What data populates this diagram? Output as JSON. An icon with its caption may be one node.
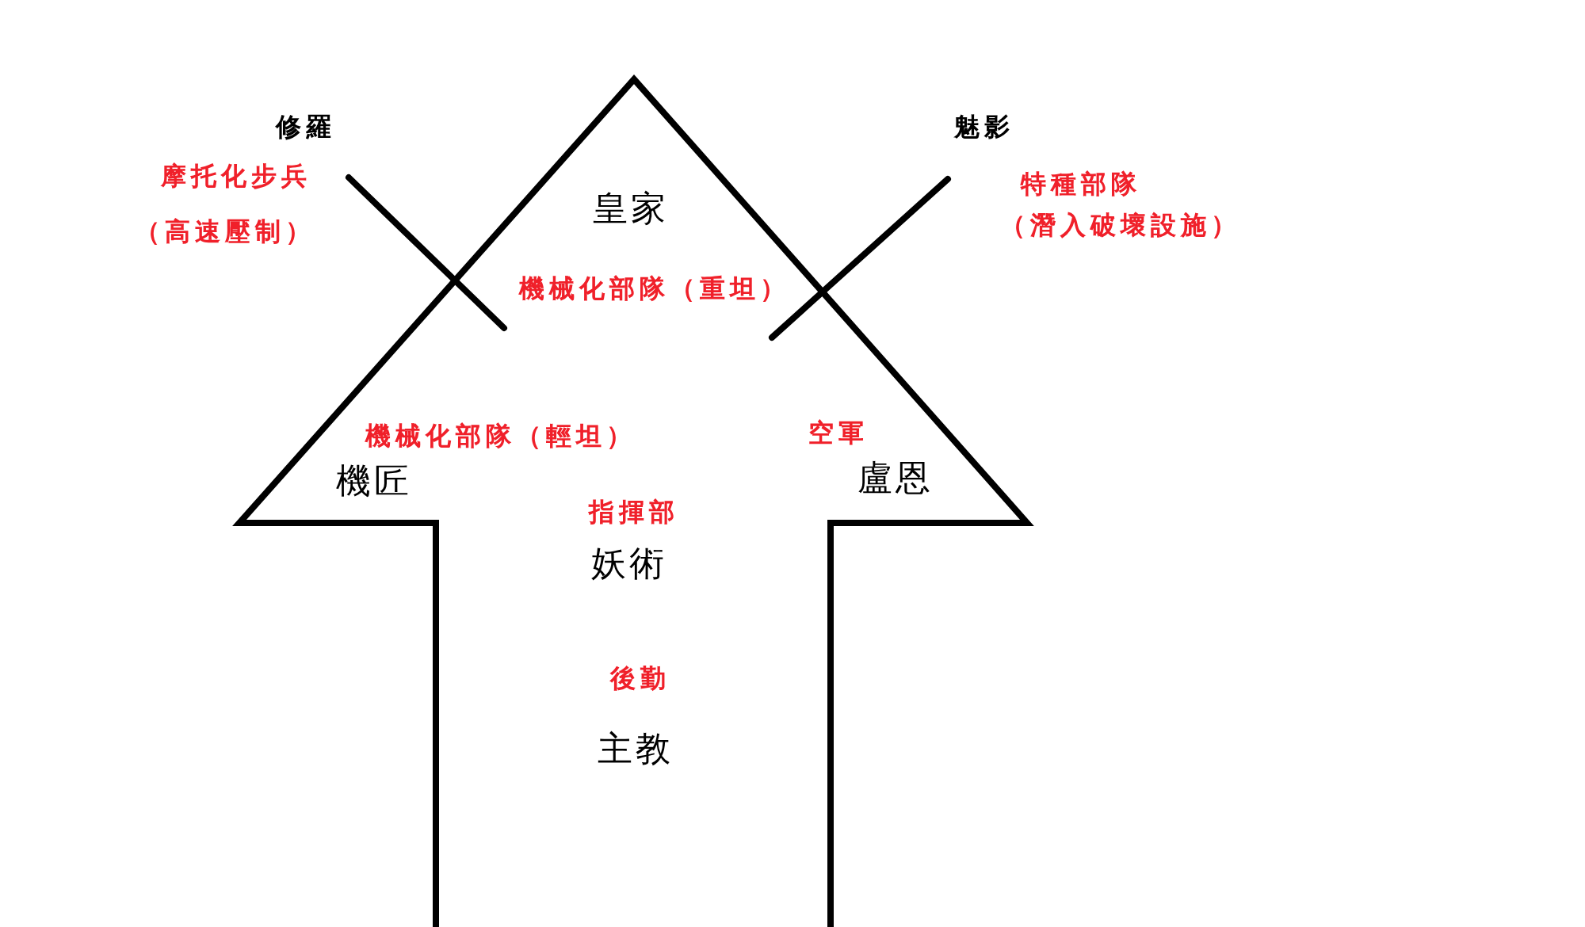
{
  "diagram": {
    "nodes": [
      {
        "text": [
          "皇家",
          "機械化部隊（重坦）",
          "機械化部隊（輕坦）",
          "空軍",
          "機匠",
          "盧恩",
          "指揮部",
          "妖術",
          "後勤",
          "主教"
        ]
      }
    ],
    "labels": [
      "修羅",
      "魅影",
      "摩托化步兵",
      "特種部隊",
      "（高速壓制）",
      "（潛入破壞設施）"
    ]
  }
}
